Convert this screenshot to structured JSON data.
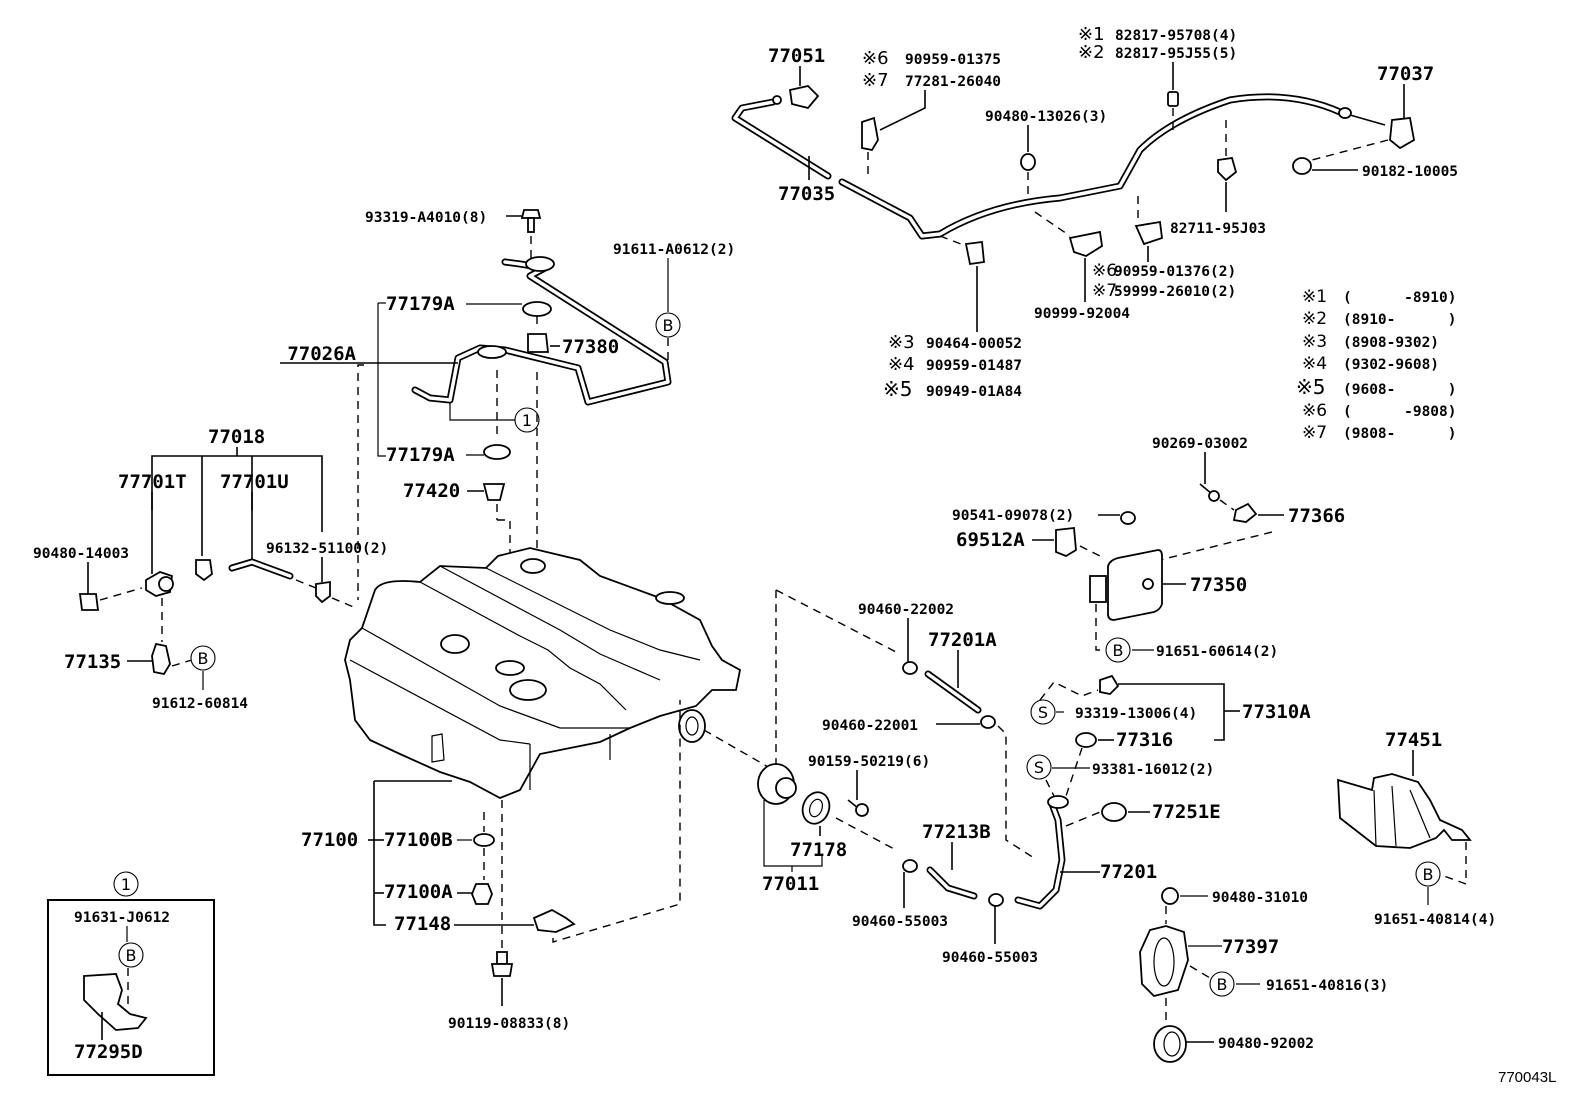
{
  "diagram": {
    "title_code": "770043L",
    "parts": {
      "p77051": "77051",
      "p77035": "77035",
      "p77037": "77037",
      "p90182": "90182-10005",
      "p82817a": "82817-95708(4)",
      "p82817b": "82817-95J55(5)",
      "p90959_01375": "90959-01375",
      "p77281": "77281-26040",
      "p90480_13026": "90480-13026(3)",
      "p82711": "82711-95J03",
      "p90959_01376": "90959-01376(2)",
      "p59999": "59999-26010(2)",
      "p90999": "90999-92004",
      "p90464": "90464-00052",
      "p90959_01487": "90959-01487",
      "p90949": "90949-01A84",
      "p93319_a4010": "93319-A4010(8)",
      "p91611": "91611-A0612(2)",
      "p77179a_1": "77179A",
      "p77179a_2": "77179A",
      "p77380": "77380",
      "p77026a": "77026A",
      "p77420": "77420",
      "p77018": "77018",
      "p77701t": "77701T",
      "p77701u": "77701U",
      "p90480_14003": "90480-14003",
      "p96132": "96132-51100(2)",
      "p77135": "77135",
      "p91612": "91612-60814",
      "p90269": "90269-03002",
      "p77366": "77366",
      "p90541": "90541-09078(2)",
      "p69512a": "69512A",
      "p77350": "77350",
      "p91651_60614": "91651-60614(2)",
      "p90460_22002": "90460-22002",
      "p77201a": "77201A",
      "p90460_22001": "90460-22001",
      "p93319_13006": "93319-13006(4)",
      "p77310a": "77310A",
      "p77316": "77316",
      "p93381": "93381-16012(2)",
      "p77251e": "77251E",
      "p90159": "90159-50219(6)",
      "p77178": "77178",
      "p77011": "77011",
      "p77213b": "77213B",
      "p77201": "77201",
      "p90460_55003a": "90460-55003",
      "p90460_55003b": "90460-55003",
      "p90480_31010": "90480-31010",
      "p77397": "77397",
      "p91651_40816": "91651-40816(3)",
      "p90480_92002": "90480-92002",
      "p77451": "77451",
      "p91651_40814": "91651-40814(4)",
      "p77100": "77100",
      "p77100b": "77100B",
      "p77100a": "77100A",
      "p77148": "77148",
      "p90119": "90119-08833(8)"
    },
    "notes": {
      "n1": "※1",
      "n2": "※2",
      "n3": "※3",
      "n4": "※4",
      "n5": "※5",
      "n6": "※6",
      "n7": "※7"
    },
    "refs": {
      "B": "B",
      "S": "S",
      "one": "1"
    },
    "inset": {
      "ref": "1",
      "bolt": "91631-J0612",
      "bracket": "77295D",
      "sub_ref": "B"
    },
    "legend": [
      {
        "mark": "※1",
        "range": "(      -8910)"
      },
      {
        "mark": "※2",
        "range": "(8910-      )"
      },
      {
        "mark": "※3",
        "range": "(8908-9302)"
      },
      {
        "mark": "※4",
        "range": "(9302-9608)"
      },
      {
        "mark": "※5",
        "range": "(9608-      )"
      },
      {
        "mark": "※6",
        "range": "(      -9808)"
      },
      {
        "mark": "※7",
        "range": "(9808-      )"
      }
    ]
  }
}
